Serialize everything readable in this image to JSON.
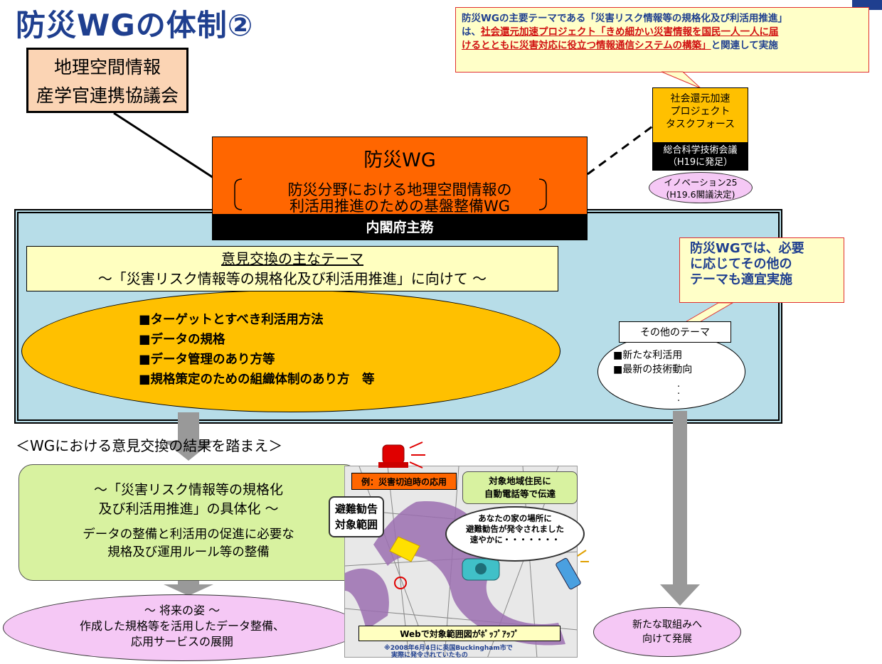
{
  "title": "防災WGの体制②",
  "top_note": {
    "line1": "防災WGの主要テーマである「災害リスク情報等の規格化及び利活用推進」",
    "line2_prefix": "は、",
    "line2_link": "社会還元加速プロジェクト「きめ細かい災害情報を国民一人一人に届",
    "line3_link": "けるとともに災害対応に役立つ情報通信システムの構築」",
    "line3_suffix": "と関連して実施"
  },
  "association": {
    "line1": "地理空間情報",
    "line2": "産学官連携協議会"
  },
  "taskforce": {
    "line1": "社会還元加速",
    "line2": "プロジェクト",
    "line3": "タスクフォース"
  },
  "council": {
    "line1": "総合科学技術会議",
    "line2": "（H19に発足）"
  },
  "innovation": {
    "line1": "イノベーション25",
    "line2": "(H19.6閣議決定)"
  },
  "wg": {
    "title": "防災WG",
    "subtitle1": "防災分野における地理空間情報の",
    "subtitle2": "利活用推進のための基盤整備WG"
  },
  "cabinet": "内閣府主務",
  "theme": {
    "heading": "意見交換の主なテーマ",
    "subheading": "～「災害リスク情報等の規格化及び利活用推進」に向けて ～"
  },
  "items": [
    "■ターゲットとすべき利活用方法",
    "■データの規格",
    "■データ管理のあり方等",
    "■規格策定のための組織体制のあり方　等"
  ],
  "other_note": {
    "line1": "防災WGでは、必要",
    "line2": "に応じてその他の",
    "line3": "テーマも適宜実施"
  },
  "other_themes": {
    "label": "その他のテーマ",
    "item1": "■新たな利活用",
    "item2": "■最新の技術動向"
  },
  "transition": "＜WGにおける意見交換の結果を踏まえ＞",
  "concretize": {
    "line1": "～「災害リスク情報等の規格化",
    "line2": "及び利活用推進」の具体化 ～",
    "line3": "データの整備と利活用の促進に必要な",
    "line4": "規格及び運用ルール等の整備"
  },
  "future": {
    "line1": "～ 将来の姿 ～",
    "line2": "作成した規格等を活用したデータ整備、",
    "line3": "応用サービスの展開"
  },
  "example": {
    "label": "例：災害切迫時の応用",
    "auto_line1": "対象地域住民に",
    "auto_line2": "自動電話等で伝達",
    "evac_line1": "避難勧告",
    "evac_line2": "対象範囲",
    "bubble_line1": "あなたの家の場所に",
    "bubble_line2": "避難勧告が発令されました",
    "bubble_line3": "速やかに・・・・・・・",
    "popup": "Webで対象範囲図がﾎﾟｯﾌﾟｱｯﾌﾟ",
    "footnote1": "※2008年6月4日に英国Buckingham市で",
    "footnote2": "実際に発令されていたもの"
  },
  "new_efforts": {
    "line1": "新たな取組みへ",
    "line2": "向けて発展"
  },
  "colors": {
    "title": "#1f3f8f",
    "wg": "#ff6600",
    "panel": "#b7dde8",
    "ellipse": "#ffc000",
    "green": "#d8f2a0",
    "pink": "#f5c8f5"
  }
}
